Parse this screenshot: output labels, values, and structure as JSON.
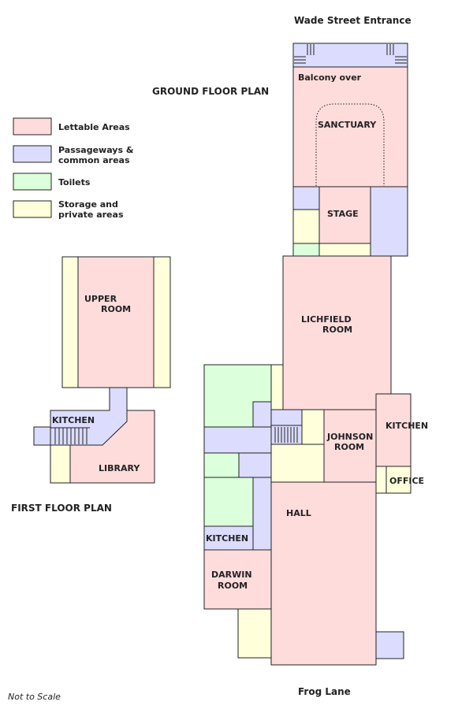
{
  "colors": {
    "lettable": "#ffdcdc",
    "passage": "#dcdcff",
    "toilet": "#dcffdc",
    "storage": "#ffffdc",
    "line": "#222222"
  },
  "headings": {
    "entrance": "Wade Street Entrance",
    "ground_floor": "GROUND FLOOR PLAN",
    "first_floor": "FIRST FLOOR PLAN",
    "exit": "Frog Lane",
    "scale_note": "Not to Scale"
  },
  "legend": {
    "lettable_1": "Lettable Areas",
    "passage_1": "Passageways &",
    "passage_2": "common areas",
    "toilet_1": "Toilets",
    "storage_1": "Storage and",
    "storage_2": "private areas"
  },
  "rooms": {
    "balcony": "Balcony over",
    "sanctuary": "SANCTUARY",
    "stage": "STAGE",
    "lichfield_1": "LICHFIELD",
    "lichfield_2": "ROOM",
    "upper_1": "UPPER",
    "upper_2": "ROOM",
    "kitchen_first": "KITCHEN",
    "library": "LIBRARY",
    "johnson_1": "JOHNSON",
    "johnson_2": "ROOM",
    "kitchen_east": "KITCHEN",
    "office": "OFFICE",
    "hall": "HALL",
    "kitchen_west": "KITCHEN",
    "darwin_1": "DARWIN",
    "darwin_2": "ROOM"
  }
}
